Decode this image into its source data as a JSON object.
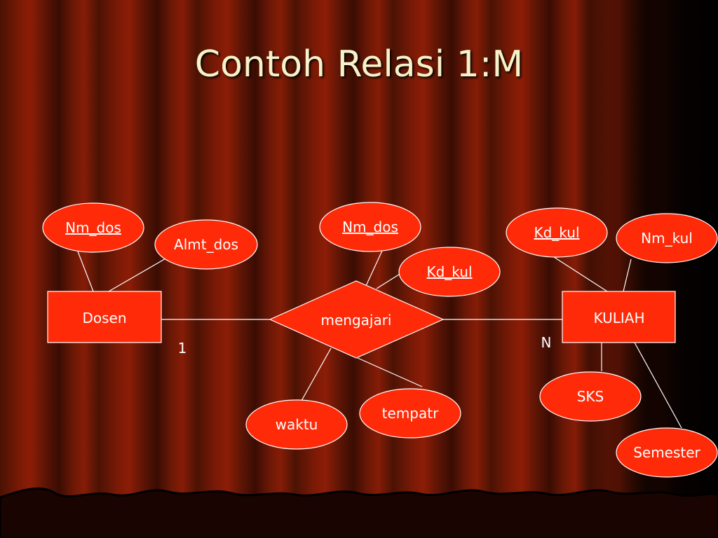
{
  "slide": {
    "title": "Contoh Relasi 1:M"
  },
  "diagram": {
    "entities": [
      {
        "id": "dosen",
        "label": "Dosen"
      },
      {
        "id": "kuliah",
        "label": "KULIAH"
      }
    ],
    "relationship": {
      "id": "mengajari",
      "label": "mengajari"
    },
    "attributes": [
      {
        "id": "nm_dos_dosen",
        "label": "Nm_dos",
        "key": true
      },
      {
        "id": "almt_dos",
        "label": "Almt_dos",
        "key": false
      },
      {
        "id": "nm_dos_rel",
        "label": "Nm_dos",
        "key": true
      },
      {
        "id": "kd_kul_rel",
        "label": "Kd_kul",
        "key": true
      },
      {
        "id": "waktu",
        "label": "waktu",
        "key": false
      },
      {
        "id": "tempatr",
        "label": "tempatr",
        "key": false
      },
      {
        "id": "kd_kul_kuliah",
        "label": "Kd_kul",
        "key": true
      },
      {
        "id": "nm_kul",
        "label": "Nm_kul",
        "key": false
      },
      {
        "id": "sks",
        "label": "SKS",
        "key": false
      },
      {
        "id": "semester",
        "label": "Semester",
        "key": false
      }
    ],
    "cardinality": {
      "left": "1",
      "right": "N"
    },
    "colors": {
      "shape_fill": "#fe2a08",
      "shape_stroke": "#ffffff",
      "line": "#ffffff",
      "text": "#ffffff",
      "title": "#f7f2c9"
    }
  }
}
